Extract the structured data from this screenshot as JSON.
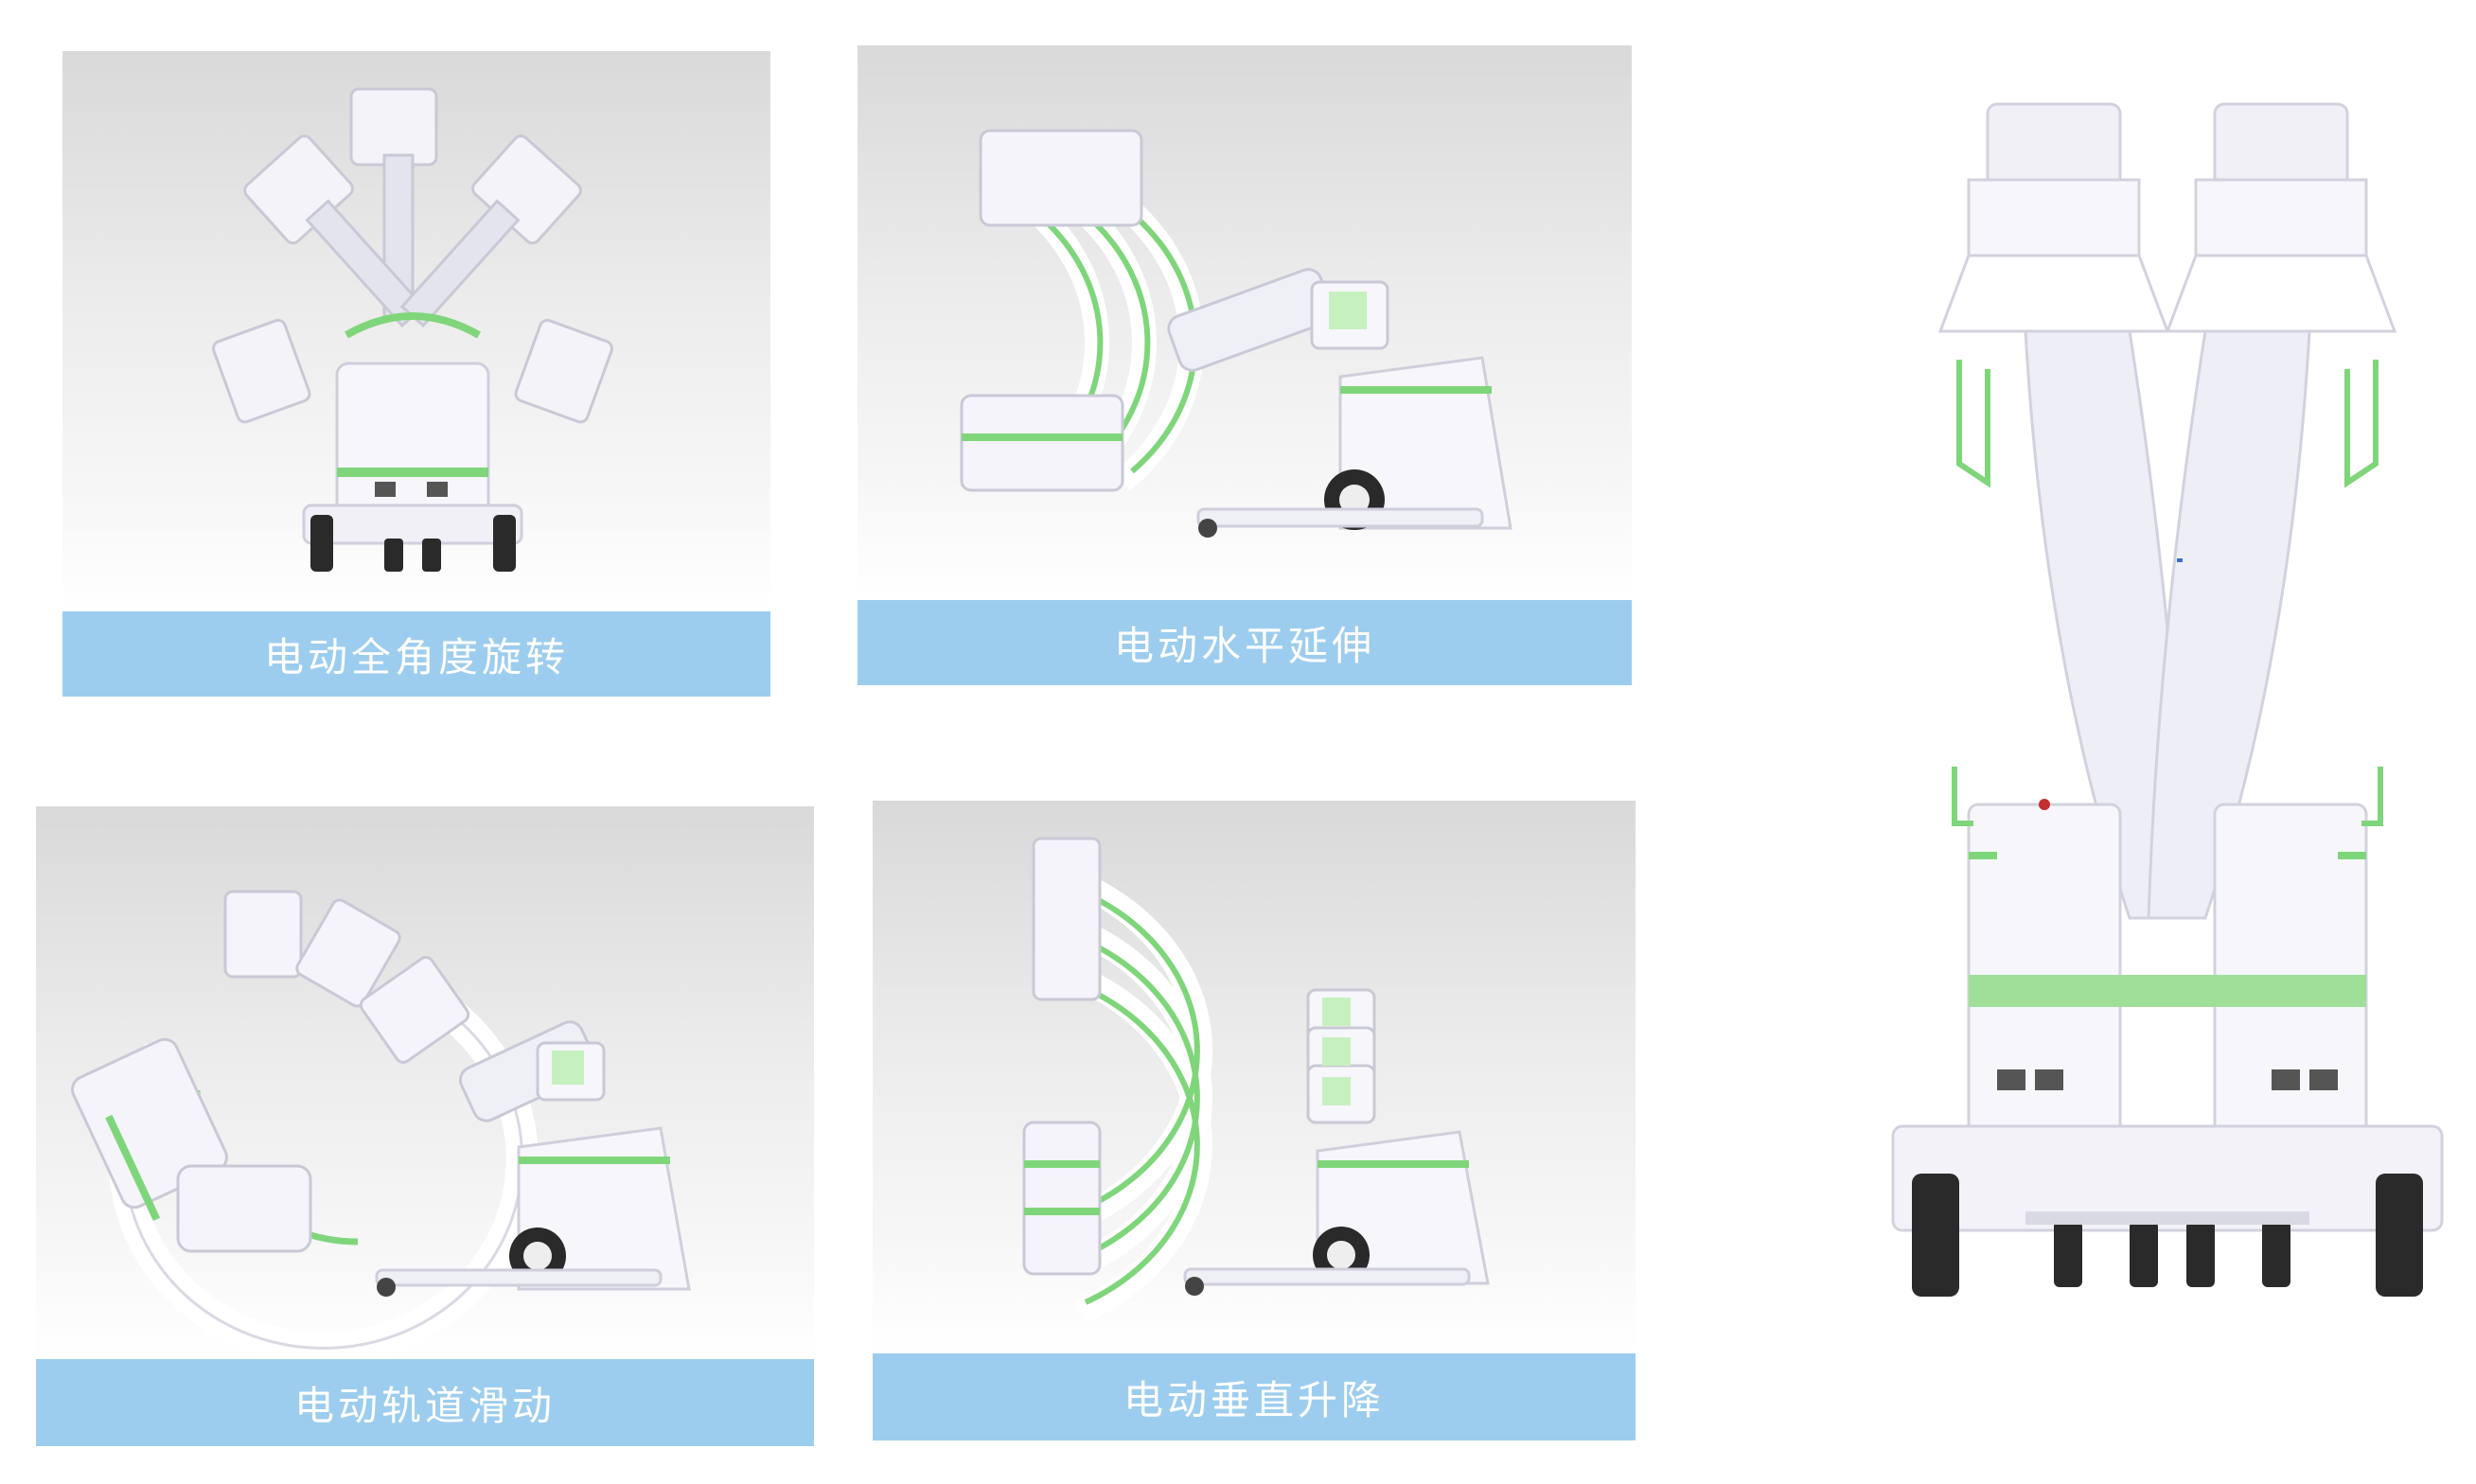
{
  "cards": [
    {
      "caption": "电动全角度旋转",
      "image": "c-arm-rotation-icon"
    },
    {
      "caption": "电动水平延伸",
      "image": "c-arm-horizontal-extension-icon"
    },
    {
      "caption": "电动轨道滑动",
      "image": "c-arm-orbital-slide-icon"
    },
    {
      "caption": "电动垂直升降",
      "image": "c-arm-vertical-lift-icon"
    }
  ],
  "front_view": {
    "image": "c-arm-front-view-icon"
  },
  "colors": {
    "caption_bar": "#9dcdee",
    "caption_text": "#ffffff",
    "accent_green": "#7fd67a",
    "machine_white": "#f4f4fa"
  }
}
